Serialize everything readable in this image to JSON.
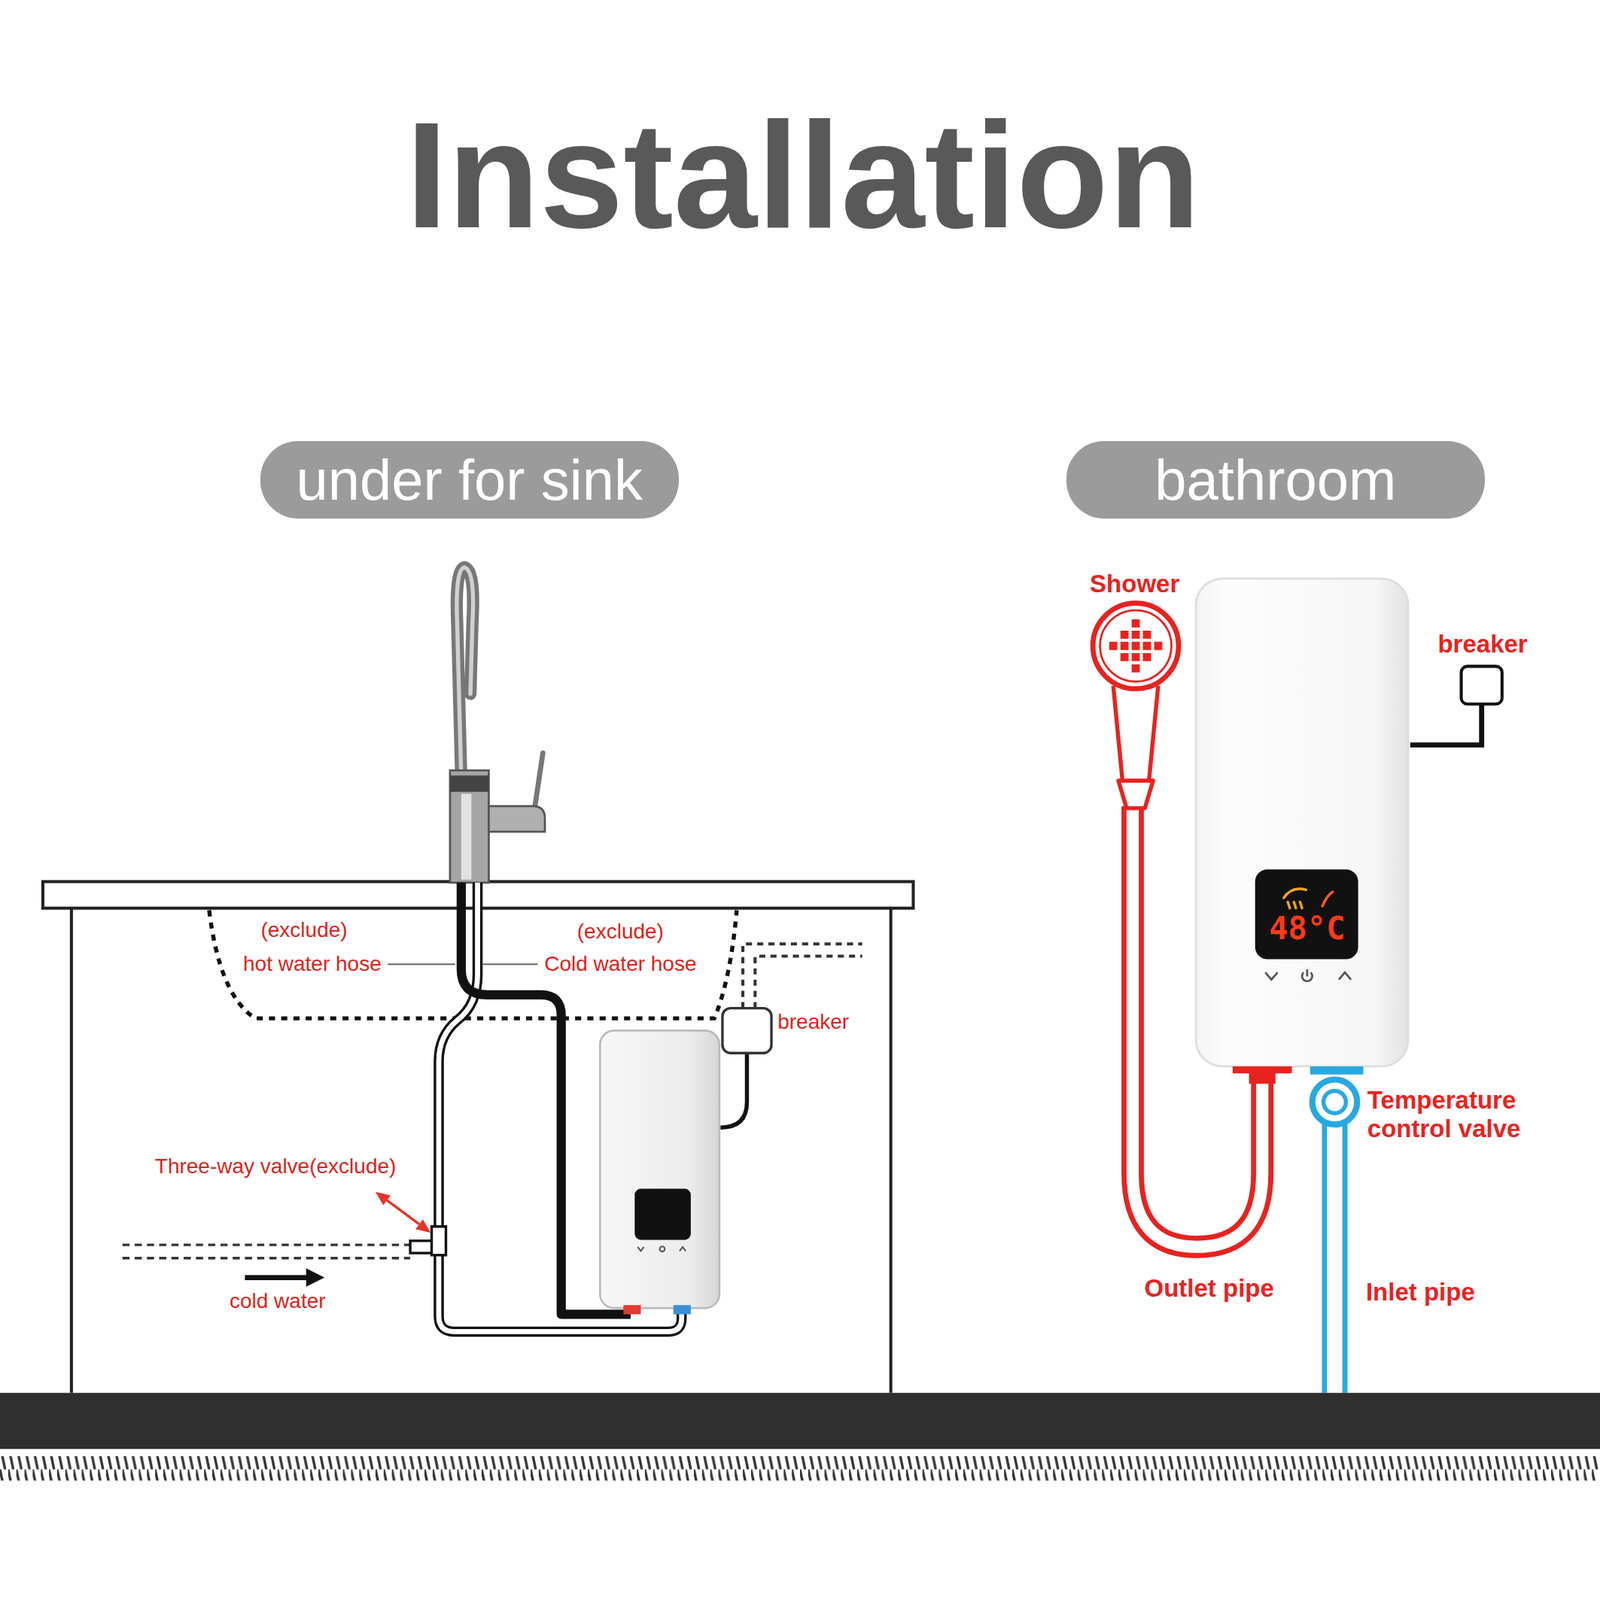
{
  "diagram": {
    "title": "Installation",
    "nodes": [
      {
        "text": [
          "under for sink"
        ]
      },
      {
        "text": [
          "bathroom"
        ]
      },
      {
        "text": [
          "48°C"
        ]
      }
    ],
    "labels": [
      "(exclude)",
      "hot water hose",
      "(exclude)",
      "Cold water hose",
      "breaker",
      "Three-way valve(exclude)",
      "cold water",
      "Shower",
      "breaker",
      "Temperature control valve",
      "Outlet pipe",
      "Inlet pipe"
    ]
  }
}
